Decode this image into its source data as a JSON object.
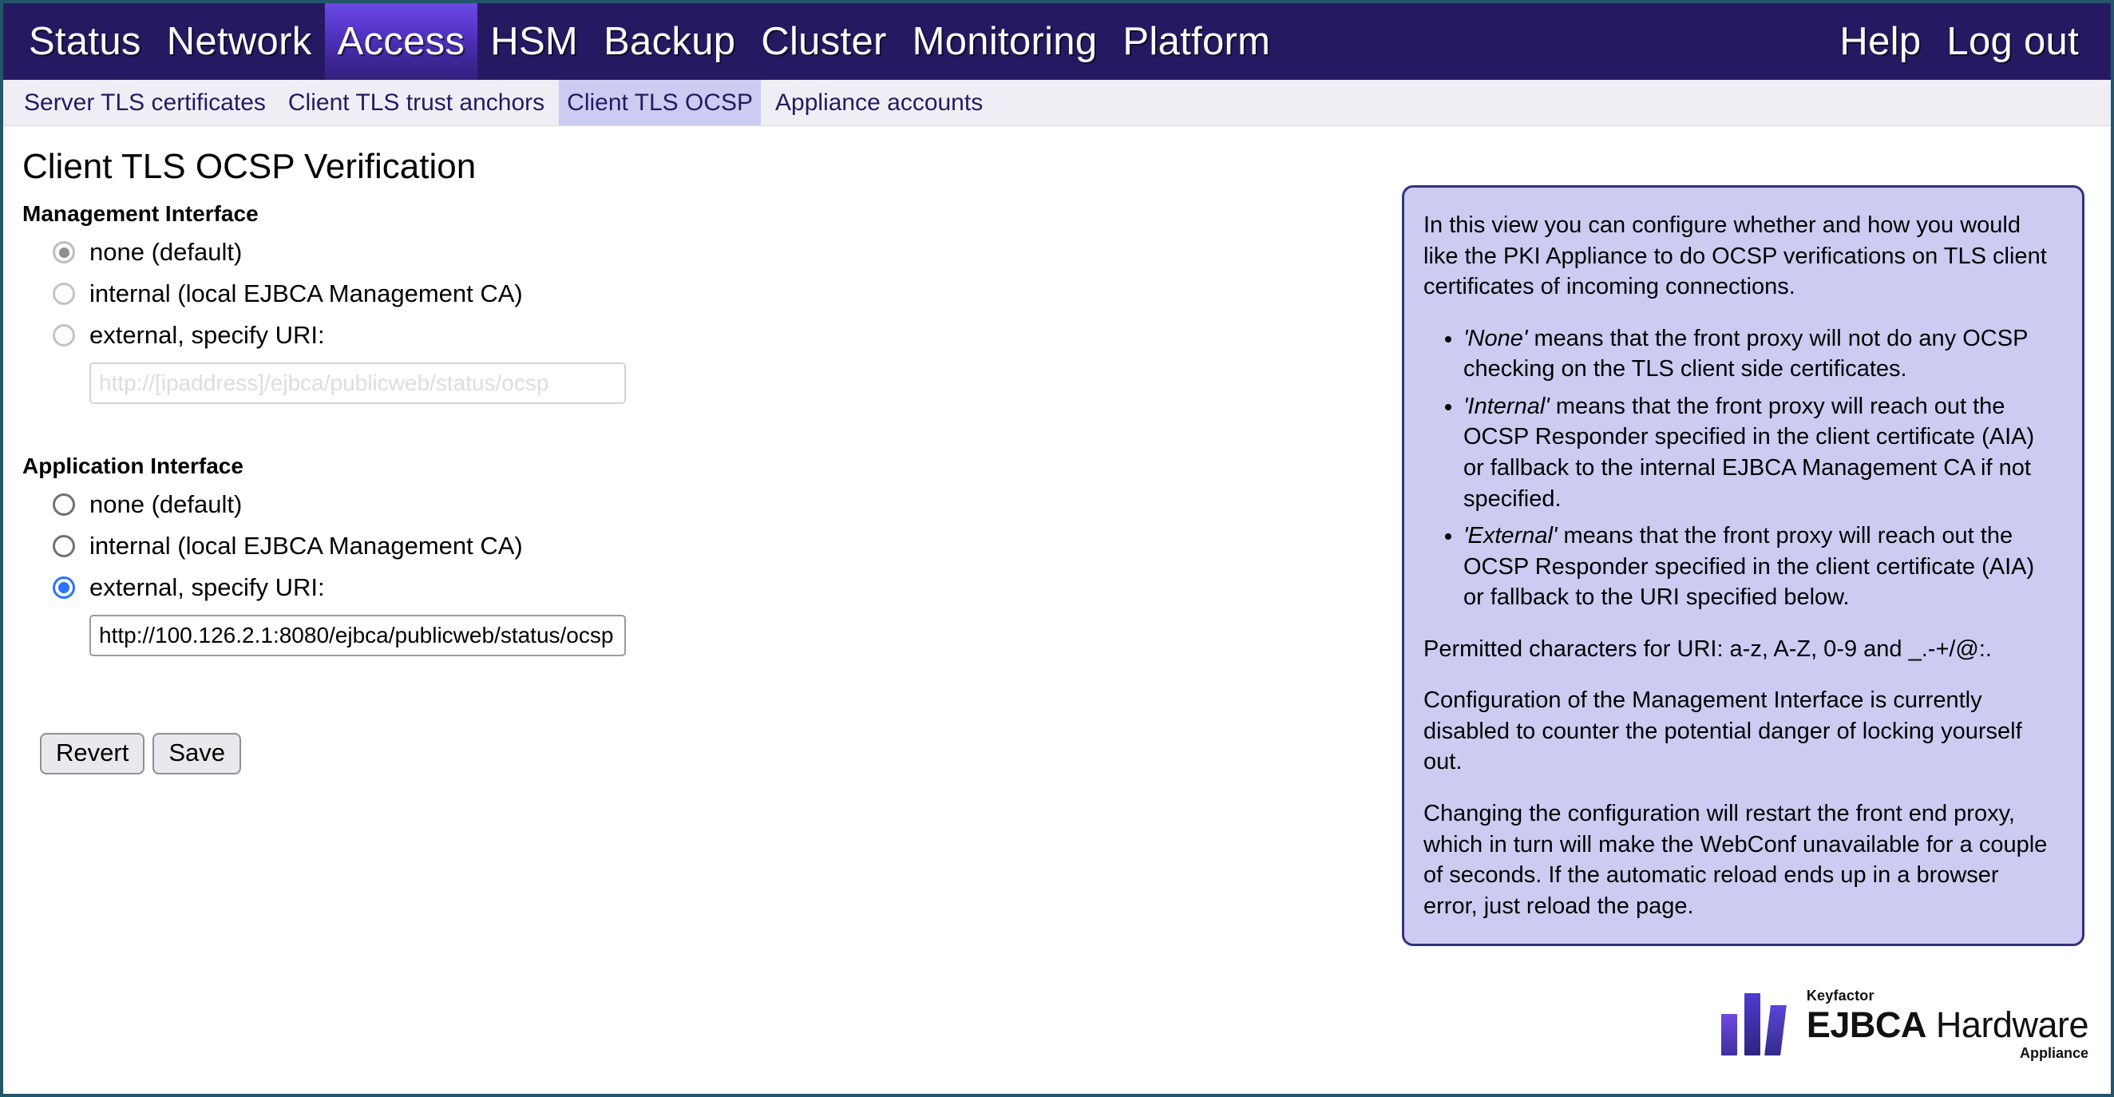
{
  "topnav": {
    "items": [
      {
        "label": "Status",
        "active": false
      },
      {
        "label": "Network",
        "active": false
      },
      {
        "label": "Access",
        "active": true
      },
      {
        "label": "HSM",
        "active": false
      },
      {
        "label": "Backup",
        "active": false
      },
      {
        "label": "Cluster",
        "active": false
      },
      {
        "label": "Monitoring",
        "active": false
      },
      {
        "label": "Platform",
        "active": false
      }
    ],
    "help_label": "Help",
    "logout_label": "Log out"
  },
  "subnav": {
    "items": [
      {
        "label": "Server TLS certificates",
        "active": false
      },
      {
        "label": "Client TLS trust anchors",
        "active": false
      },
      {
        "label": "Client TLS OCSP",
        "active": true
      },
      {
        "label": "Appliance accounts",
        "active": false
      }
    ]
  },
  "main": {
    "page_title": "Client TLS OCSP Verification",
    "management": {
      "section_title": "Management Interface",
      "options": [
        {
          "label": "none (default)",
          "checked": true,
          "disabled": true
        },
        {
          "label": "internal (local EJBCA Management CA)",
          "checked": false,
          "disabled": true
        },
        {
          "label": "external, specify URI:",
          "checked": false,
          "disabled": true
        }
      ],
      "uri_value": "",
      "uri_placeholder": "http://[ipaddress]/ejbca/publicweb/status/ocsp"
    },
    "application": {
      "section_title": "Application Interface",
      "options": [
        {
          "label": "none (default)",
          "checked": false,
          "disabled": false
        },
        {
          "label": "internal (local EJBCA Management CA)",
          "checked": false,
          "disabled": false
        },
        {
          "label": "external, specify URI:",
          "checked": true,
          "disabled": false
        }
      ],
      "uri_value": "http://100.126.2.1:8080/ejbca/publicweb/status/ocsp",
      "uri_placeholder": "http://[ipaddress]/ejbca/publicweb/status/ocsp"
    },
    "buttons": {
      "revert_label": "Revert",
      "save_label": "Save"
    }
  },
  "info_panel": {
    "intro": "In this view you can configure whether and how you would like the PKI Appliance to do OCSP verifications on TLS client certificates of incoming connections.",
    "bullets": [
      {
        "emphasis": "'None'",
        "text": " means that the front proxy will not do any OCSP checking on the TLS client side certificates."
      },
      {
        "emphasis": "'Internal'",
        "text": " means that the front proxy will reach out the OCSP Responder specified in the client certificate (AIA) or fallback to the internal EJBCA Management CA if not specified."
      },
      {
        "emphasis": "'External'",
        "text": " means that the front proxy will reach out the OCSP Responder specified in the client certificate (AIA) or fallback to the URI specified below."
      }
    ],
    "permitted": "Permitted characters for URI: a-z, A-Z, 0-9 and _.-+/@:.",
    "disabled_note": "Configuration of the Management Interface is currently disabled to counter the potential danger of locking yourself out.",
    "restart_note": "Changing the configuration will restart the front end proxy, which in turn will make the WebConf unavailable for a couple of seconds. If the automatic reload ends up in a browser error, just reload the page."
  },
  "logo": {
    "brand": "Keyfactor",
    "product_bold": "EJBCA",
    "product_light": "Hardware",
    "suffix": "Appliance"
  },
  "colors": {
    "nav_background": "#251a62",
    "nav_active": "#5636c9",
    "subnav_background": "#eeeef5",
    "subnav_active": "#ccccf2",
    "info_panel_background": "#ccccf2",
    "info_panel_border": "#32327e",
    "radio_selected": "#2a72ff",
    "page_border": "#24566b",
    "body_background": "#e3e6fa"
  }
}
